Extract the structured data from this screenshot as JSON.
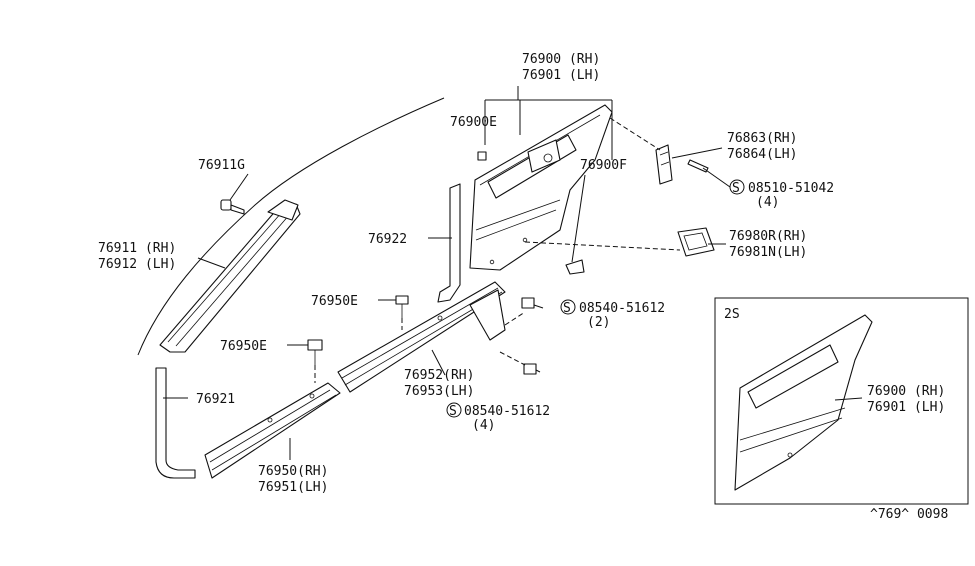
{
  "labels": {
    "l76900": "76900 (RH)",
    "l76901": "76901 (LH)",
    "l76900E": "76900E",
    "l76900F": "76900F",
    "l76863": "76863(RH)",
    "l76864": "76864(LH)",
    "l08510": "08510-51042",
    "l08510q": "(4)",
    "l76911G": "76911G",
    "l76911": "76911 (RH)",
    "l76912": "76912 (LH)",
    "l76922": "76922",
    "l76980": "76980R(RH)",
    "l76981": "76981N(LH)",
    "l76950E_a": "76950E",
    "l08540a": "08540-51612",
    "l08540aq": "(2)",
    "l76950E_b": "76950E",
    "l76952": "76952(RH)",
    "l76953": "76953(LH)",
    "l76921": "76921",
    "l08540b": "08540-51612",
    "l08540bq": "(4)",
    "l76950": "76950(RH)",
    "l76951": "76951(LH)",
    "inset_title": "2S",
    "inset_76900": "76900 (RH)",
    "inset_76901": "76901 (LH)",
    "screw_symbol": "S",
    "diagram_code": "^769^ 0098"
  }
}
